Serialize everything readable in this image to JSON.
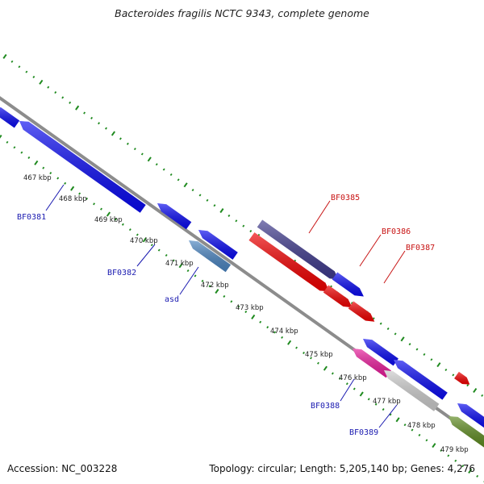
{
  "title": "Bacteroides fragilis NCTC 9343, complete genome",
  "accession": "Accession: NC_003228",
  "topology": "Topology: circular; Length: 5,205,140 bp; Genes: 4,276",
  "colors": {
    "backbone": "#8c8c8c",
    "tick": "#1f8a1f",
    "blue": "#0a0af0",
    "red": "#f00000",
    "purple": "#3f3a8c",
    "steel": "#4a84c0",
    "magenta": "#e81b9a",
    "lightgray": "#cccccc",
    "olive": "#5d8a1f",
    "label_blue": "#1a1ab0",
    "label_red": "#c81414"
  },
  "kbp_labels": [
    "467 kbp",
    "468 kbp",
    "469 kbp",
    "470 kbp",
    "471 kbp",
    "472 kbp",
    "473 kbp",
    "474 kbp",
    "475 kbp",
    "476 kbp",
    "477 kbp",
    "478 kbp",
    "479 kbp"
  ],
  "gene_labels": [
    {
      "text": "BF0381",
      "color": "label_blue"
    },
    {
      "text": "BF0382",
      "color": "label_blue"
    },
    {
      "text": "asd",
      "color": "label_blue"
    },
    {
      "text": "BF0388",
      "color": "label_blue"
    },
    {
      "text": "BF0389",
      "color": "label_blue"
    },
    {
      "text": "BF0385",
      "color": "label_red"
    },
    {
      "text": "BF0386",
      "color": "label_red"
    },
    {
      "text": "BF0387",
      "color": "label_red"
    }
  ]
}
